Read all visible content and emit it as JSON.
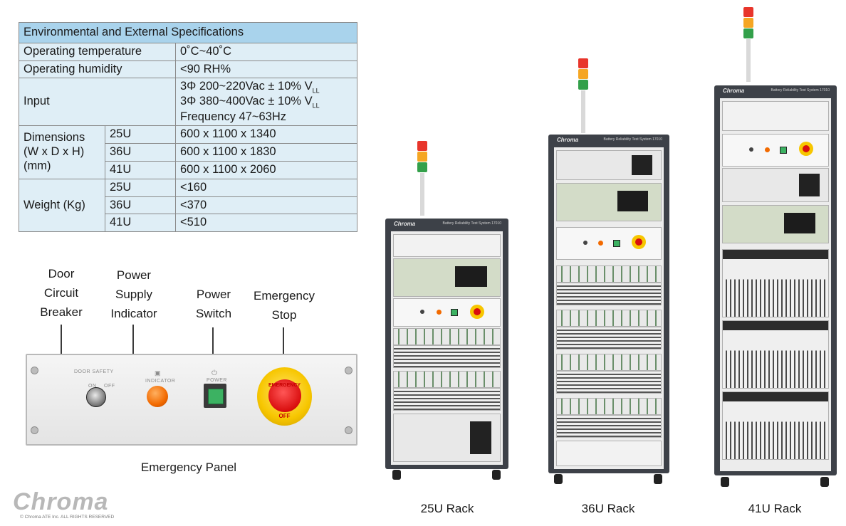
{
  "spec_table": {
    "header": "Environmental and External Specifications",
    "rows": {
      "op_temp": {
        "label": "Operating temperature",
        "value": "0˚C~40˚C"
      },
      "op_humidity": {
        "label": "Operating humidity",
        "value": "<90 RH%"
      },
      "input": {
        "label": "Input",
        "line1": "3Φ  200~220Vac ± 10% V",
        "line1_sub": "LL",
        "line2": "3Φ  380~400Vac ± 10% V",
        "line2_sub": "LL",
        "line3": "Frequency 47~63Hz"
      },
      "dimensions": {
        "label1": "Dimensions",
        "label2": "(W x D x H)",
        "label3": "(mm)",
        "items": [
          {
            "rack": "25U",
            "value": "600 x 1100 x 1340"
          },
          {
            "rack": "36U",
            "value": "600 x 1100 x 1830"
          },
          {
            "rack": "41U",
            "value": "600 x 1100 x 2060"
          }
        ]
      },
      "weight": {
        "label": "Weight (Kg)",
        "items": [
          {
            "rack": "25U",
            "value": "<160"
          },
          {
            "rack": "36U",
            "value": "<370"
          },
          {
            "rack": "41U",
            "value": "<510"
          }
        ]
      }
    }
  },
  "panel": {
    "annotations": {
      "door_breaker": {
        "l1": "Door",
        "l2": "Circuit",
        "l3": "Breaker"
      },
      "power_indicator": {
        "l1": "Power",
        "l2": "Supply",
        "l3": "Indicator"
      },
      "power_switch": {
        "l1": "Power",
        "l2": "Switch"
      },
      "emergency_stop": {
        "l1": "Emergency",
        "l2": "Stop"
      }
    },
    "small_labels": {
      "door_safety": "DOOR SAFETY",
      "on": "ON",
      "off": "OFF",
      "indicator": "INDICATOR",
      "power": "POWER",
      "emergency": "EMERGENCY",
      "estop_off": "OFF"
    },
    "caption": "Emergency Panel"
  },
  "racks": [
    {
      "label": "25U Rack",
      "brand": "Chroma",
      "title": "Battery Reliability Test System 17010"
    },
    {
      "label": "36U Rack",
      "brand": "Chroma",
      "title": "Battery Reliability Test System 17010"
    },
    {
      "label": "41U Rack",
      "brand": "Chroma",
      "title": "Battery Reliability Test System 17010"
    }
  ],
  "logo": {
    "text": "Chroma",
    "copyright": "© Chroma ATE Inc. ALL RIGHTS RESERVED"
  },
  "colors": {
    "table_header": "#a9d3ec",
    "table_cell": "#dfeef6",
    "lead_line": "#3a3a3a",
    "estop_yellow": "#f7c600",
    "estop_red": "#d90e0e"
  }
}
